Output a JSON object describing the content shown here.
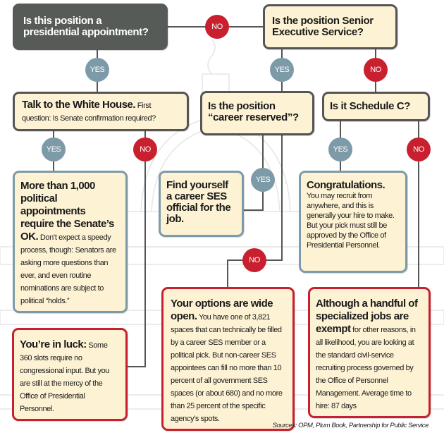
{
  "colors": {
    "dark": "#575b57",
    "cream": "#fdf3d4",
    "yes": "#7d9aa8",
    "no": "#c8202e"
  },
  "badges": {
    "yes": "YES",
    "no": "NO"
  },
  "q1": "Is this position a presidential appointment?",
  "q2": "Is the position Senior Executive Service?",
  "talk": {
    "bold": "Talk to the White House.",
    "text": " First question: Is Senate confirmation required?"
  },
  "career": "Is the position “career reserved”?",
  "schedc": "Is it Schedule C?",
  "senate": {
    "bold": "More than 1,000 political appointments require the Senate’s OK.",
    "text": " Don’t expect a speedy process, though: Senators are asking more questions than ever, and even routine nominations are subject to political “holds.”"
  },
  "find": "Find yourself a career SES official for the job.",
  "congrats": {
    "bold": "Congratulations.",
    "text": "You may recruit from anywhere, and this is generally your hire to make. But your pick must still be approved by the Office of Presidential Personnel."
  },
  "luck": {
    "bold": "You’re in luck:",
    "text": " Some 360 slots require no congressional input. But you are still at the mercy of the Office of Presidential Personnel."
  },
  "options": {
    "bold": "Your options are wide open.",
    "text": " You have one of 3,821 spaces that can technically be filled by a career SES member or a political pick. But non-career SES appointees can fill no more than 10 percent of all government SES spaces (or about 680) and no more than 25 percent of the specific agency’s spots."
  },
  "exempt": {
    "bold": "Although a handful of specialized jobs are exempt",
    "text": " for other reasons, in all likelihood, you are looking at the standard civil-service recruiting process governed by the Office of Personnel Management. Average time to hire: 87 days"
  },
  "sources": "Sources: OPM, Plum Book, Partnership for Public Service"
}
